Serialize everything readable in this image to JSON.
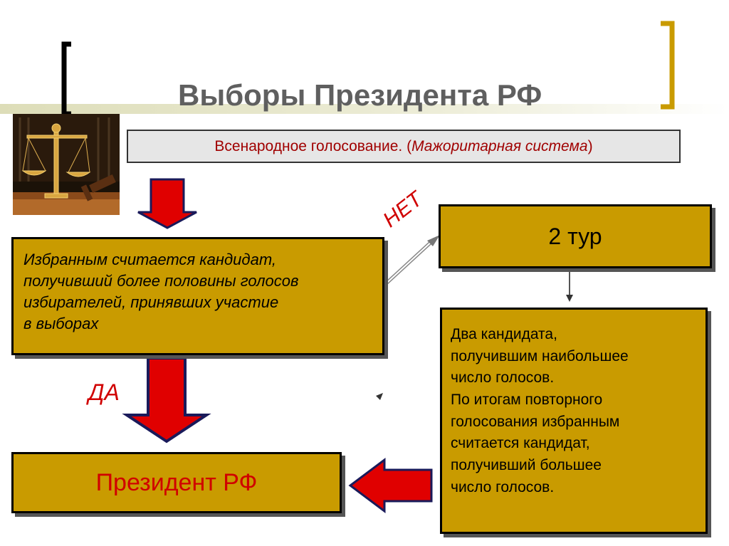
{
  "title": "Выборы Президента РФ",
  "subtitle": {
    "normal": "Всенародное голосование. (",
    "italic": "Мажоритарная система",
    "close": ")"
  },
  "condition_box": [
    "Избранным считается кандидат,",
    "получивший более половины голосов",
    "избирателей, принявших участие",
    "в выборах"
  ],
  "yes_label": "ДА",
  "no_label": "НЕТ",
  "second_round_box": "2 тур",
  "second_round_result": [
    "Два кандидата,",
    "получившим наибольшее",
    "число голосов.",
    "По итогам повторного",
    "голосования избранным",
    "считается кандидат,",
    "получивший большее",
    "число голосов."
  ],
  "president_box": "Президент РФ",
  "colors": {
    "box_fill": "#c99b00",
    "arrow_red": "#e00000",
    "arrow_outline": "#1a1a5a",
    "label_red": "#d00000",
    "bracket_gold": "#c99b00"
  }
}
